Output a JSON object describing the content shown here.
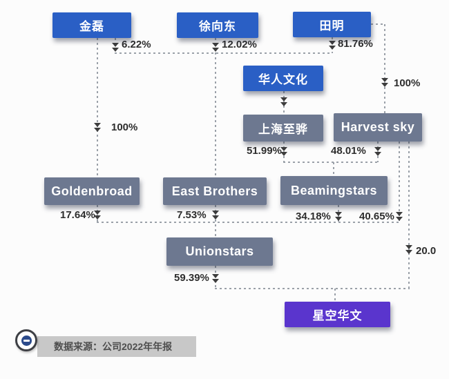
{
  "diagram": {
    "type": "equity-ownership-structure",
    "nodes": {
      "jinlei": {
        "label": "金磊",
        "kind": "person"
      },
      "xuxiangdong": {
        "label": "徐向东",
        "kind": "person"
      },
      "tianming": {
        "label": "田明",
        "kind": "person"
      },
      "huarenwenhua": {
        "label": "华人文化",
        "kind": "company"
      },
      "shanghaizhihua": {
        "label": "上海至骅",
        "kind": "company"
      },
      "harvestsky": {
        "label": "Harvest sky",
        "kind": "company"
      },
      "goldenbroad": {
        "label": "Goldenbroad",
        "kind": "company"
      },
      "eastbrothers": {
        "label": "East Brothers",
        "kind": "company"
      },
      "beamingstars": {
        "label": "Beamingstars",
        "kind": "company"
      },
      "unionstars": {
        "label": "Unionstars",
        "kind": "company"
      },
      "xingkonghuawen": {
        "label": "星空华文",
        "kind": "listed-company"
      }
    },
    "labels": {
      "jinlei_feeder": "6.22%",
      "xuxiangdong_feeder": "12.02%",
      "tianming_feeder": "81.76%",
      "tianming_harvestsky": "100%",
      "jinlei_goldenbroad": "100%",
      "shanghaizhihua_beamingstars": "51.99%",
      "harvestsky_beamingstars": "48.01%",
      "goldenbroad_unionstars": "17.64%",
      "eastbrothers_unionstars": "7.53%",
      "beamingstars_unionstars": "34.18%",
      "harvestsky_unionstars": "40.65%",
      "unionstars_xingkong": "59.39%",
      "harvestsky_xingkong": "20.0"
    },
    "edges": [
      {
        "from": "金磊",
        "to": "华人文化",
        "label": "6.22%"
      },
      {
        "from": "徐向东",
        "to": "华人文化",
        "label": "12.02%"
      },
      {
        "from": "田明",
        "to": "华人文化",
        "label": "81.76%"
      },
      {
        "from": "金磊",
        "to": "Goldenbroad",
        "label": "100%"
      },
      {
        "from": "田明",
        "to": "Harvest sky",
        "label": "100%"
      },
      {
        "from": "华人文化",
        "to": "上海至骅",
        "label": ""
      },
      {
        "from": "徐向东",
        "to": "East Brothers",
        "label": ""
      },
      {
        "from": "上海至骅",
        "to": "Beamingstars",
        "label": "51.99%"
      },
      {
        "from": "Harvest sky",
        "to": "Beamingstars",
        "label": "48.01%"
      },
      {
        "from": "Goldenbroad",
        "to": "Unionstars",
        "label": "17.64%"
      },
      {
        "from": "East Brothers",
        "to": "Unionstars",
        "label": "7.53%"
      },
      {
        "from": "Beamingstars",
        "to": "Unionstars",
        "label": "34.18%"
      },
      {
        "from": "Harvest sky",
        "to": "Unionstars",
        "label": "40.65%"
      },
      {
        "from": "Unionstars",
        "to": "星空华文",
        "label": "59.39%"
      },
      {
        "from": "Harvest sky",
        "to": "星空华文",
        "label": "20.0"
      }
    ],
    "colors": {
      "person_box": "#2a5fc5",
      "entity_box": "#6d7890",
      "highlight_box": "#5a35cd",
      "dashed_line": "#9aa0a8",
      "label_text": "#2d2d2d"
    }
  },
  "footer": {
    "source": "数据来源：公司2022年年报"
  }
}
